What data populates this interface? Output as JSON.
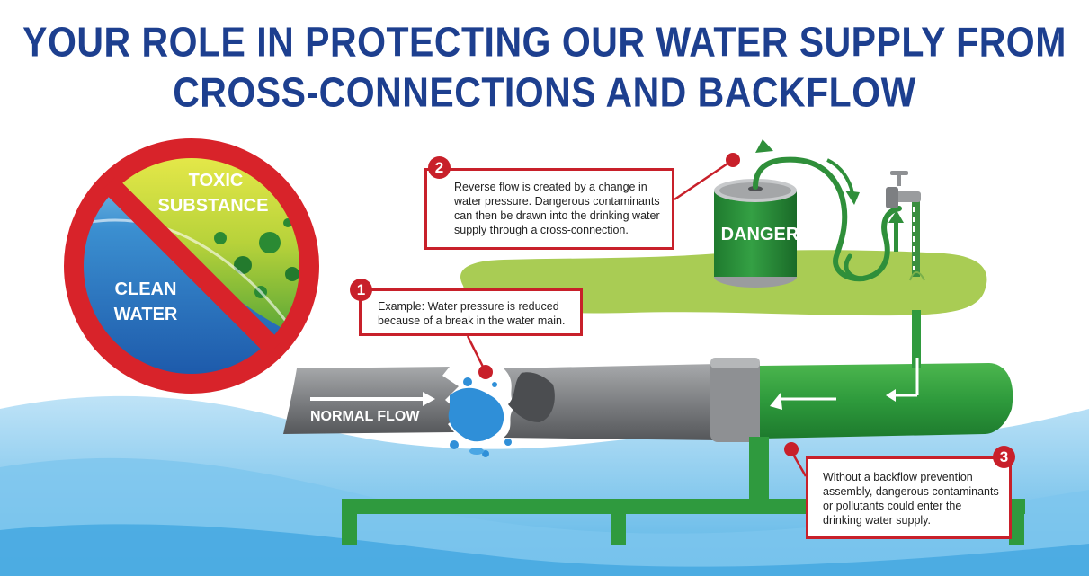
{
  "title": {
    "line1": "YOUR ROLE IN PROTECTING OUR WATER SUPPLY FROM",
    "line2": "CROSS-CONNECTIONS AND BACKFLOW"
  },
  "prohibition_sign": {
    "toxic_line1": "TOXIC",
    "toxic_line2": "SUBSTANCE",
    "clean_line1": "CLEAN",
    "clean_line2": "WATER"
  },
  "tank_label": "DANGER",
  "pipe_label": "NORMAL FLOW",
  "callouts": [
    {
      "number": "1",
      "text": "Example: Water pressure is reduced because of a break in the water main."
    },
    {
      "number": "2",
      "text": "Reverse flow is created by a change in water pressure. Dangerous contaminants can then be drawn into the drinking water supply through a cross-connection."
    },
    {
      "number": "3",
      "text": "Without a backflow prevention assembly, dangerous contaminants or pollutants could enter the drinking water supply."
    }
  ],
  "colors": {
    "title": "#1d3f8f",
    "callout_red": "#c8202a",
    "pipe_green": "#2f9a3e",
    "pipe_gray": "#7b7d80",
    "grass": "#a9cc54",
    "water": "#2b86c8"
  },
  "icons": [
    "prohibition-sign-icon",
    "danger-tank-icon",
    "faucet-icon",
    "garden-hose-icon",
    "water-splash-icon",
    "flow-arrow-icon"
  ]
}
